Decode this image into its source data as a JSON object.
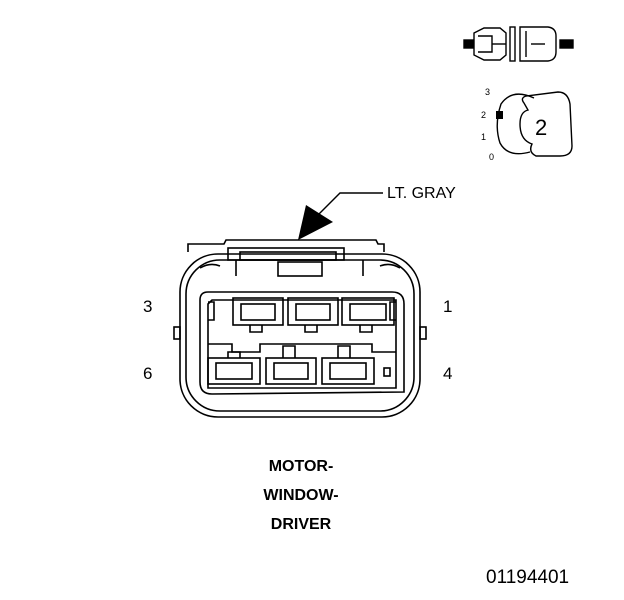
{
  "color_label": "LT. GRAY",
  "pins": {
    "p1": "1",
    "p3": "3",
    "p4": "4",
    "p6": "6"
  },
  "position_scale": {
    "s3": "3",
    "s2": "2",
    "s1": "1",
    "s0": "0"
  },
  "selected_position": "2",
  "connector_name": {
    "line1": "MOTOR-",
    "line2": "WINDOW-",
    "line3": "DRIVER"
  },
  "figure_id": "01194401",
  "colors": {
    "ink": "#000000",
    "background": "#ffffff"
  }
}
